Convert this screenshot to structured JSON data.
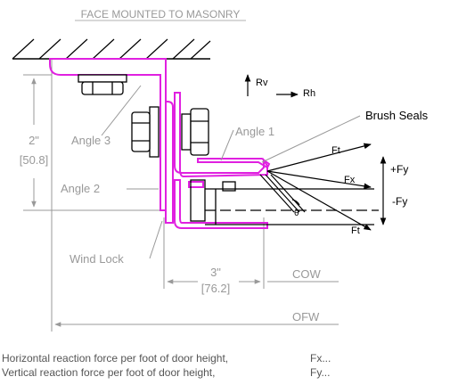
{
  "title": "FACE MOUNTED TO MASONRY",
  "labels": {
    "rv": "Rv",
    "rh": "Rh",
    "angle1": "Angle 1",
    "angle2": "Angle 2",
    "angle3": "Angle 3",
    "brush_seals": "Brush Seals",
    "wind_lock": "Wind Lock",
    "ft_top": "Ft",
    "ft_bottom": "Ft",
    "fx": "Fx",
    "plus_fy": "+Fy",
    "minus_fy": "-Fy",
    "theta": "θ"
  },
  "dimensions": {
    "height_in": "2\"",
    "height_mm": "[50.8]",
    "width_in": "3\"",
    "width_mm": "[76.2]",
    "cow": "COW",
    "ofw": "OFW"
  },
  "notes": [
    {
      "text": "Horizontal reaction force per foot of door height,",
      "symbol": "Fx..."
    },
    {
      "text": "Vertical reaction force per foot of door height,",
      "symbol": "Fy..."
    }
  ],
  "colors": {
    "angle": "#e020e0",
    "line": "#000000",
    "dim": "#999999",
    "text": "#555555"
  }
}
